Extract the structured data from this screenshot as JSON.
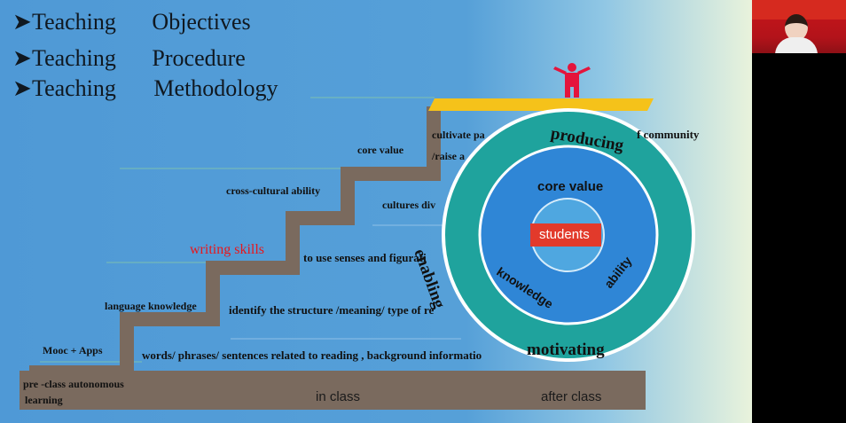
{
  "objectives": [
    "Teaching",
    "Objectives",
    "Teaching",
    "Procedure",
    "Teaching",
    "Methodology"
  ],
  "stairs": {
    "pre_class_1": "pre -class autonomous",
    "pre_class_2": "learning",
    "in_class": "in class",
    "after_class": "after class",
    "mooc": "Mooc + Apps",
    "language_knowledge": "language knowledge",
    "writing_skills": "writing skills",
    "cross_cultural": "cross-cultural ability",
    "core_value": "core value"
  },
  "steps_text": {
    "words": "words/ phrases/ sentences related to reading , background informatio",
    "identify": "identify the structure /meaning/ type of re",
    "senses": "to use senses and figurati",
    "cultures": "cultures div",
    "cultivate": "cultivate pa",
    "raise": "/raise a",
    "community": "f community"
  },
  "circle": {
    "producing": "producing",
    "enabling": "enabling",
    "motivating": "motivating",
    "core_value": "core value",
    "knowledge": "knowledge",
    "ability": "ability",
    "students": "students"
  },
  "colors": {
    "outer_ring": "#1fa39d",
    "middle": "#2f86d6",
    "inner": "#4fa7e0",
    "writing_skills": "#e8161b",
    "platform": "#f5c21a",
    "figure": "#e4143c",
    "stair": "#7a6a5e"
  }
}
